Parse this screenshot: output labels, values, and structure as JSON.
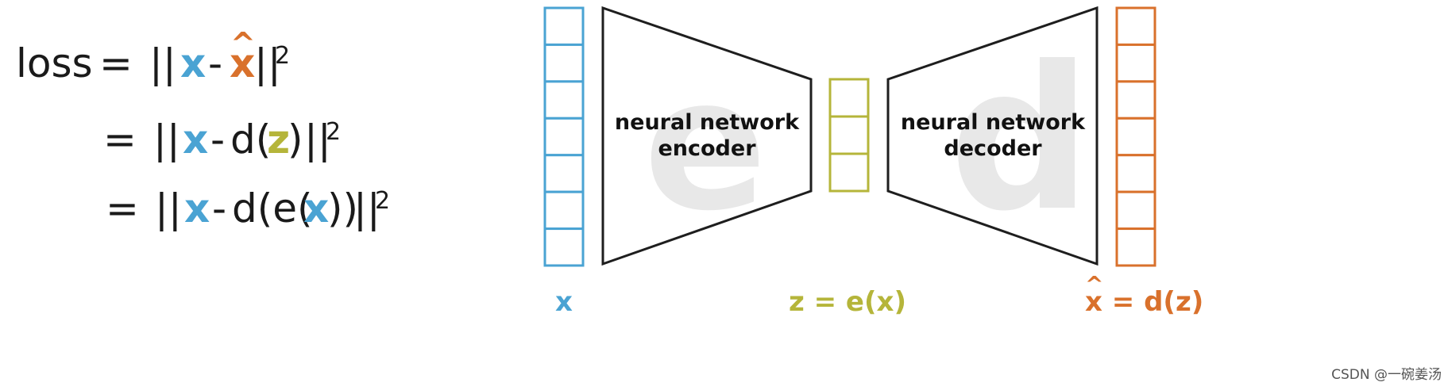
{
  "equations": {
    "lhs": "loss",
    "eq": "=",
    "norm": "||",
    "minus": "-",
    "sup": "2",
    "x": "x",
    "hat": "^",
    "row2_d": "d(",
    "row2_z": "z",
    "row2_close": ")",
    "row3_d": "d(e(",
    "row3_x": "x",
    "row3_close": "))"
  },
  "encoder": {
    "line1": "neural network",
    "line2": "encoder",
    "watermark": "e"
  },
  "decoder": {
    "line1": "neural network",
    "line2": "decoder",
    "watermark": "d"
  },
  "labels": {
    "input": "x",
    "latent": "z = e(x)",
    "output_hat": "^",
    "output": "x = d(z)"
  },
  "vectors": {
    "input_cells": 7,
    "latent_cells": 3,
    "output_cells": 7
  },
  "credit": "CSDN @一碗姜汤",
  "colors": {
    "x": "#4aa3d3",
    "x_hat": "#d9712c",
    "z": "#b5b53a",
    "stroke": "#1e1e1e",
    "watermark": "#e8e8e8"
  }
}
